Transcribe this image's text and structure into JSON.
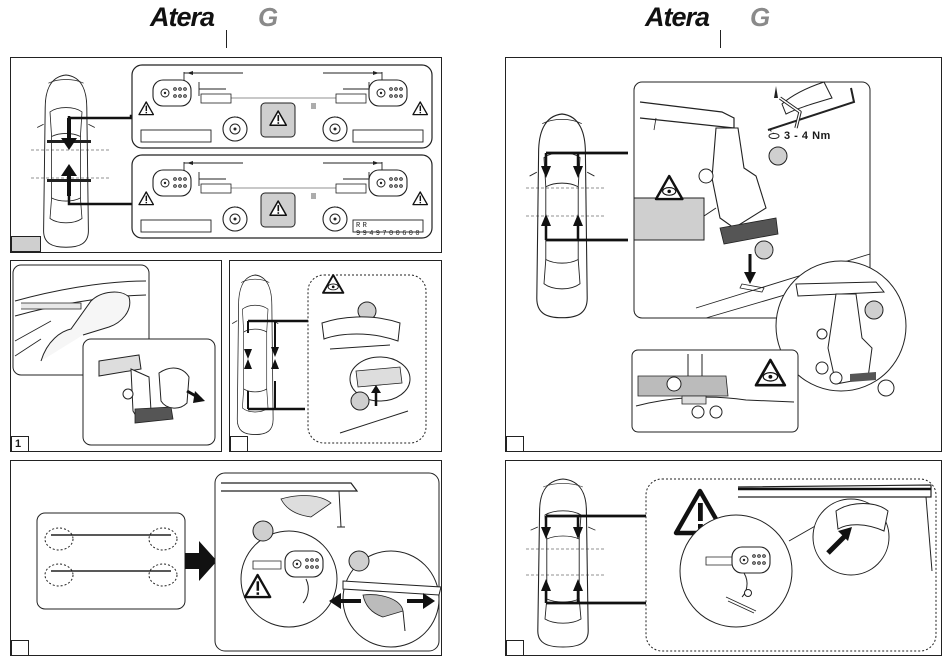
{
  "brand": {
    "wordmark": "Atera",
    "model": "G"
  },
  "panels": [
    {
      "id": "top-left",
      "step": ""
    },
    {
      "id": "mid-left-a",
      "step": "1"
    },
    {
      "id": "mid-left-b",
      "step": ""
    },
    {
      "id": "bottom-left",
      "step": ""
    },
    {
      "id": "top-right",
      "step": ""
    },
    {
      "id": "bottom-right",
      "step": ""
    }
  ],
  "torque_label": "3 - 4 Nm",
  "part_number": "RR 9949700600",
  "icons": [
    "warning-triangle-icon",
    "eye-warning-icon",
    "hex-key-icon",
    "arrow-icon"
  ],
  "colors": {
    "ink": "#1a1a1a",
    "shade": "#cfcfcf",
    "gray": "#8a8a8a"
  }
}
